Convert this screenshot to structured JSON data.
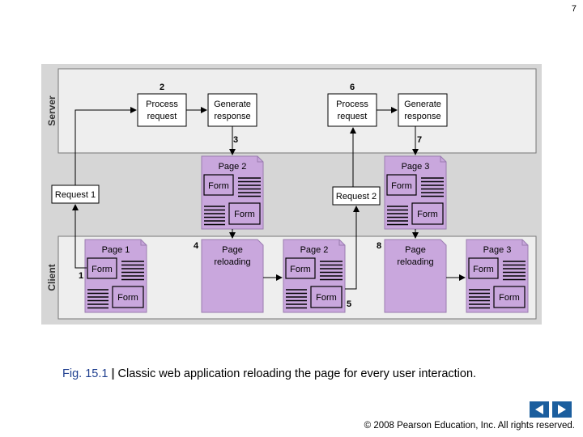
{
  "slide": {
    "number": "7"
  },
  "diagram": {
    "zones": {
      "server": "Server",
      "client": "Client"
    },
    "boxes": {
      "process_request": "Process request",
      "generate_response": "Generate response",
      "request_1": "Request 1",
      "request_2": "Request 2",
      "page_reloading": "Page reloading"
    },
    "pages": {
      "page_1": "Page 1",
      "page_2": "Page 2",
      "page_3": "Page 3",
      "form": "Form"
    },
    "steps": [
      "1",
      "2",
      "3",
      "4",
      "5",
      "6",
      "7",
      "8"
    ]
  },
  "caption": {
    "fig_label": "Fig. 15.1",
    "separator": "|",
    "text": "Classic web application reloading the page for every user interaction."
  },
  "nav": {
    "prev": "previous-slide",
    "next": "next-slide"
  },
  "footer": {
    "copyright": "© 2008 Pearson Education, Inc. All rights reserved."
  },
  "colors": {
    "page_fill": "#c9a7dd",
    "page_border": "#9a7cb0",
    "panel_bg": "#eeeeee",
    "frame_bg": "#d6d6d6",
    "nav_blue": "#1b5e9e"
  }
}
